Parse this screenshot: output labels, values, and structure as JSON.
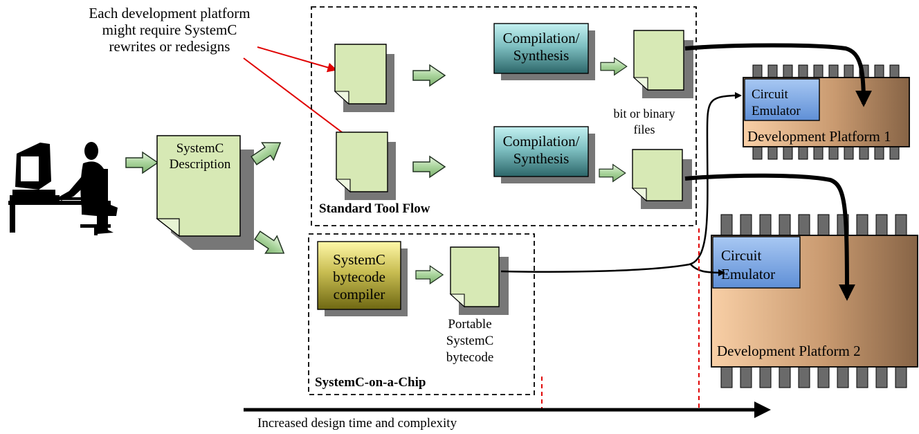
{
  "annotation": {
    "lines": [
      "Each development platform",
      "might require SystemC",
      "rewrites or redesigns"
    ]
  },
  "systemc_description": {
    "lines": [
      "SystemC",
      "Description"
    ]
  },
  "compilation_top": {
    "lines": [
      "Compilation/",
      "Synthesis"
    ]
  },
  "compilation_bottom": {
    "lines": [
      "Compilation/",
      "Synthesis"
    ]
  },
  "bit_files": {
    "lines": [
      "bit or binary",
      "files"
    ]
  },
  "standard_flow": {
    "label": "Standard Tool Flow"
  },
  "soc": {
    "label": "SystemC-on-a-Chip",
    "compiler_lines": [
      "SystemC",
      "bytecode",
      "compiler"
    ],
    "bytecode_lines": [
      "Portable",
      "SystemC",
      "bytecode"
    ]
  },
  "platform1": {
    "label": "Development Platform 1",
    "emulator_lines": [
      "Circuit",
      "Emulator"
    ]
  },
  "platform2": {
    "label": "Development Platform 2",
    "emulator_lines": [
      "Circuit",
      "Emulator"
    ]
  },
  "axis": {
    "label": "Increased design time and complexity"
  },
  "colors": {
    "doc_fill": "#d7e9b5",
    "arrow_fill": "#b7dab0",
    "compile_top": "#bfeeee",
    "compile_bottom": "#2e6b6e",
    "compiler_top": "#fdf6a0",
    "compiler_bottom": "#7a7212",
    "platform_light": "#f4c9a0",
    "platform_dark": "#8a6a4a",
    "emulator": "#8fb3e8",
    "red": "#e00000"
  }
}
